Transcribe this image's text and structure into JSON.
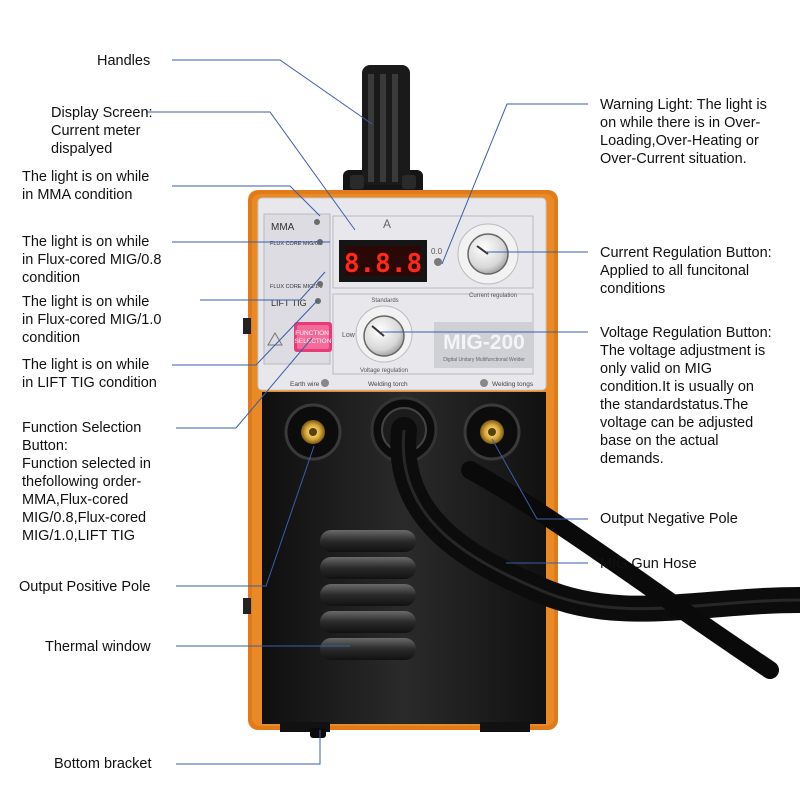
{
  "machine": {
    "panel_current_unit": "A",
    "display_value": "8.8.8",
    "current_range_min": "0.0",
    "indicator_labels": [
      "MMA",
      "FLUX CORE MIG/0.8",
      "FLUX CORE MIG/1.0",
      "LIFT TIG"
    ],
    "function_button_label": "FUNCTION\nSELECTION",
    "standards_label": "Standards",
    "voltage_low_label": "Low",
    "voltage_knob_label": "Voltage regulation",
    "current_knob_label": "Current regulation",
    "model_name": "MIG-200",
    "model_subtitle": "Digital Unitary Multifunctional Welder",
    "earth_wire_label": "Earth wire",
    "welding_torch_label": "Welding torch",
    "welding_tongs_label": "Welding tongs"
  },
  "annotations": {
    "handles": "Handles",
    "display_screen": "Display Screen:\nCurrent meter\ndispalyed",
    "mma_light": "The light is on while\nin MMA condition",
    "flux_08_light": "The light is on while\nin Flux-cored MIG/0.8\ncondition",
    "flux_10_light": "The light is on while\nin Flux-cored MIG/1.0\ncondition",
    "lift_tig_light": "The light is on while\nin LIFT TIG condition",
    "function_selection": "Function Selection\nButton:\nFunction selected in\nthefollowing order-\nMMA,Flux-cored\nMIG/0.8,Flux-cored\nMIG/1.0,LIFT TIG",
    "output_positive": "Output Positive Pole",
    "thermal_window": "Thermal window",
    "bottom_bracket": "Bottom bracket",
    "warning_light": "Warning Light: The light is\non while there is in Over-\nLoading,Over-Heating or\nOver-Current situation.",
    "current_regulation": "Current Regulation Button:\nApplied to all funcitonal\nconditions",
    "voltage_regulation": "Voltage Regulation Button:\nThe voltage adjustment is\nonly valid on MIG\ncondition.It is usually on\nthe standardstatus.The\nvoltage can be adjusted\nbase on the actual\ndemands.",
    "output_negative": "Output Negative Pole",
    "mig_gun_hose": "MIG Gun Hose"
  },
  "colors": {
    "leader_line": "#3a5ea8",
    "body_orange": "#e07a1a",
    "panel_grey": "#e8e8ec",
    "display_red": "#ff2a1a",
    "machine_black": "#1c1c1c"
  }
}
